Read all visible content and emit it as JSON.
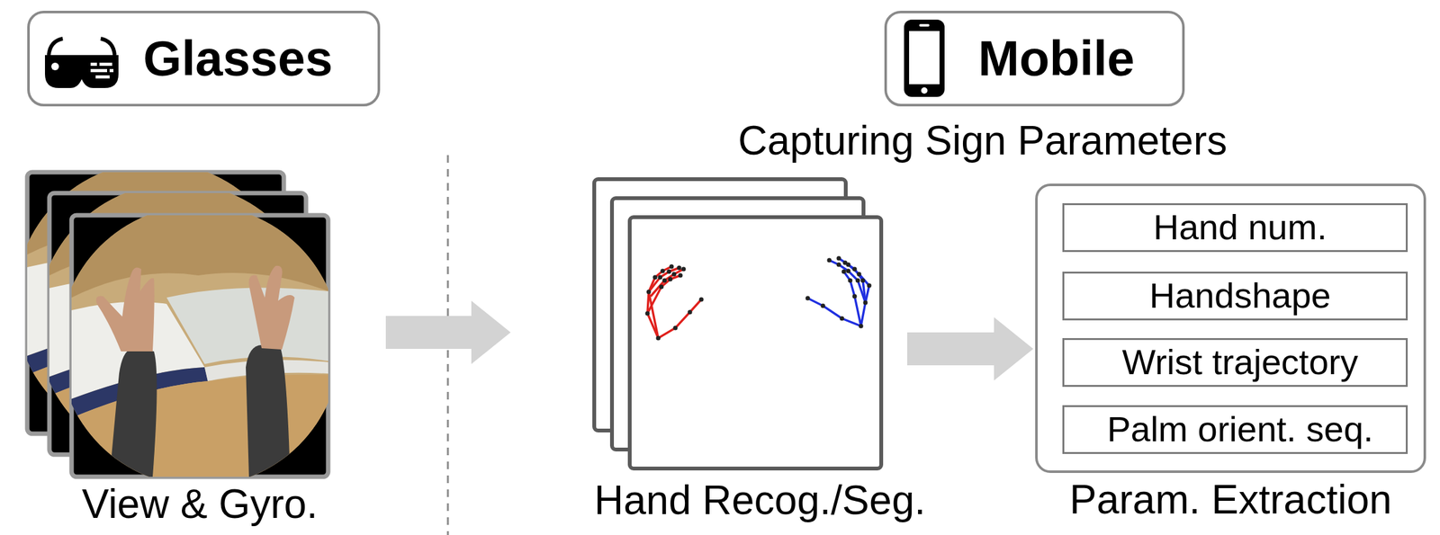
{
  "diagram": {
    "nodes": [
      {
        "text": [
          "Glasses"
        ]
      },
      {
        "text": [
          "Mobile"
        ]
      },
      {
        "text": [
          "View & Gyro."
        ]
      },
      {
        "text": [
          "Hand Recog./Seg."
        ]
      },
      {
        "text": [
          "Param. Extraction"
        ]
      },
      {
        "text": [
          "Hand num."
        ],
        "in": 4
      },
      {
        "text": [
          "Handshape"
        ],
        "in": 4
      },
      {
        "text": [
          "Wrist trajectory"
        ],
        "in": 4
      },
      {
        "text": [
          "Palm orient. seq."
        ],
        "in": 4
      }
    ],
    "edges": [
      {
        "from": 2,
        "to": 3,
        "arrow": "to"
      },
      {
        "from": 3,
        "to": 4,
        "arrow": "to"
      }
    ],
    "labels": [
      "Capturing Sign Parameters"
    ]
  }
}
